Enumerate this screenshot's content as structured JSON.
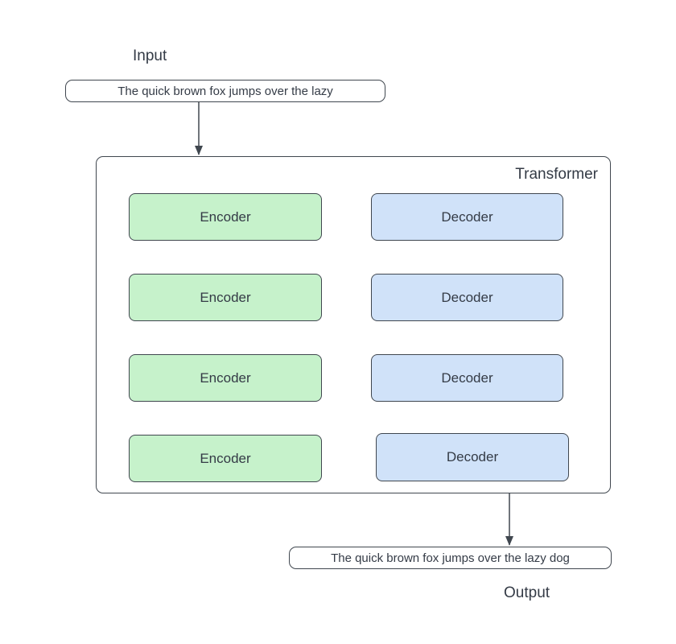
{
  "labels": {
    "input": "Input",
    "output": "Output",
    "transformer": "Transformer"
  },
  "input_box": {
    "text": "The quick brown fox jumps over the lazy"
  },
  "output_box": {
    "text": "The quick brown fox jumps over the lazy dog"
  },
  "encoders": [
    {
      "label": "Encoder"
    },
    {
      "label": "Encoder"
    },
    {
      "label": "Encoder"
    },
    {
      "label": "Encoder"
    }
  ],
  "decoders": [
    {
      "label": "Decoder"
    },
    {
      "label": "Decoder"
    },
    {
      "label": "Decoder"
    },
    {
      "label": "Decoder"
    }
  ],
  "colors": {
    "encoder_fill": "#c6f2cb",
    "decoder_fill": "#d0e2f9",
    "stroke": "#40474f",
    "text": "#343b46",
    "bg": "#ffffff"
  }
}
